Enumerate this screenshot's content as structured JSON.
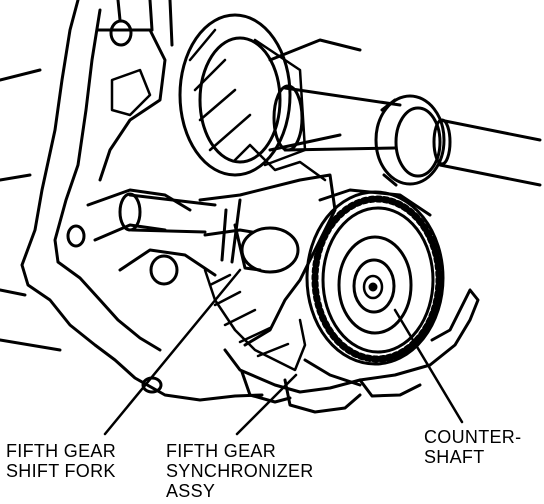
{
  "callouts": {
    "fork": {
      "line1": "FIFTH GEAR",
      "line2": "SHIFT FORK"
    },
    "sync": {
      "line1": "FIFTH GEAR",
      "line2": "SYNCHRONIZER",
      "line3": "ASSY"
    },
    "cshaft": {
      "line1": "COUNTER-",
      "line2": "SHAFT"
    }
  },
  "style": {
    "ink": "#000000",
    "paper": "#ffffff"
  }
}
